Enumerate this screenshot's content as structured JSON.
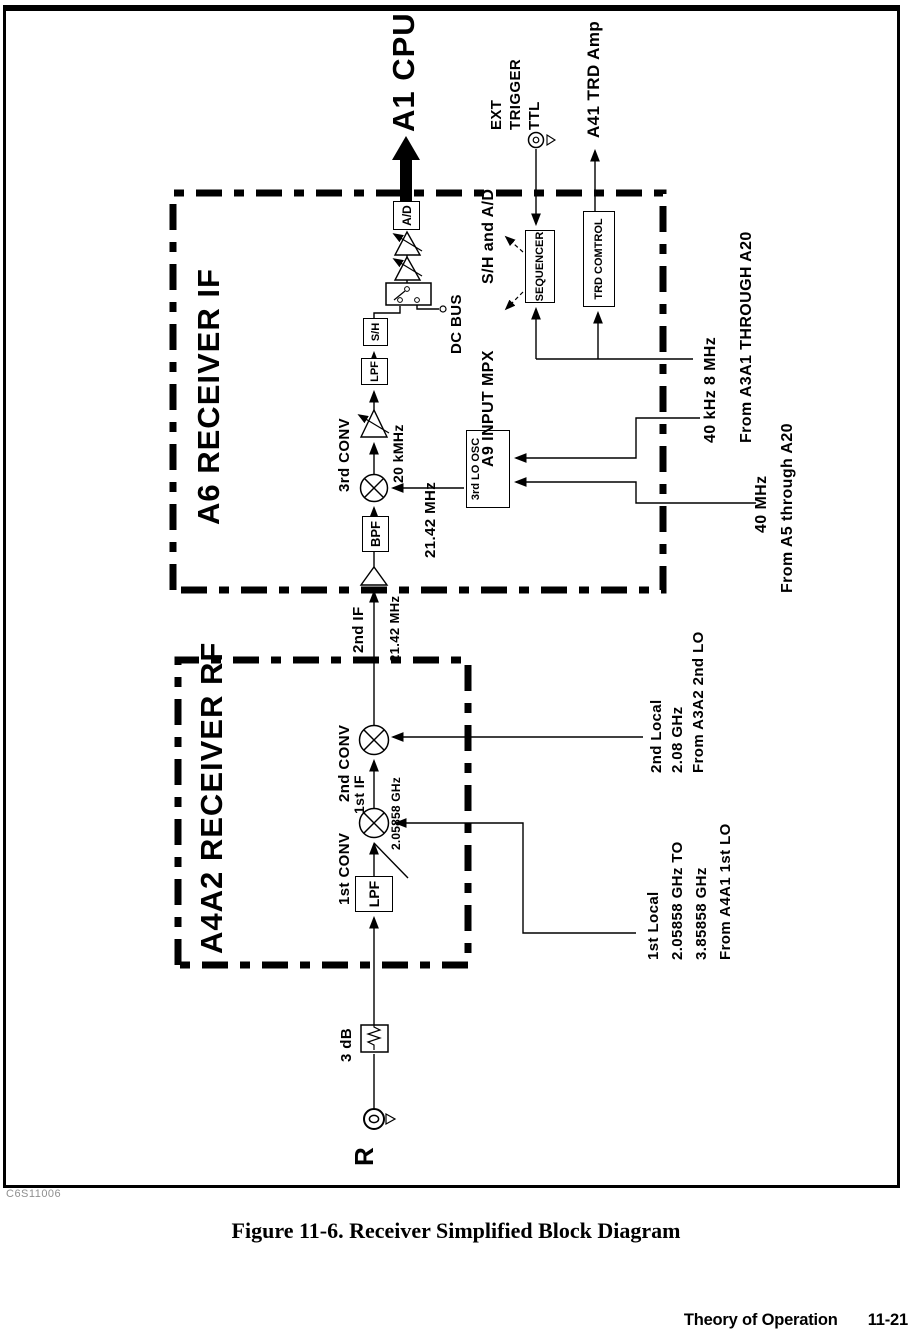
{
  "page": {
    "photo_id": "C6S11006",
    "caption": "Figure 11-6. Receiver Simplified Block Diagram",
    "footer": {
      "section": "Theory of Operation",
      "page_number": "11-21"
    }
  },
  "colors": {
    "ink": "#000000",
    "paper": "#ffffff",
    "scan_gray": "#8f8f8f"
  },
  "diagram": {
    "titles": {
      "a6": "A6 RECEIVER IF",
      "a4a2": "A4A2 RECEIVER RF"
    },
    "cpu": "A1 CPU",
    "input": {
      "port": "R",
      "atten": "3 dB"
    },
    "blocks": {
      "lpf_rf": "LPF",
      "bpf": "BPF",
      "lpf_if": "LPF",
      "sh": "S/H",
      "ad": "A/D",
      "sequencer": "SEQUENCER",
      "trd": "TRD COMTROL",
      "lo3": "3rd LO OSC"
    },
    "conv": {
      "c1": "1st CONV",
      "c2": "2nd CONV",
      "c3": "3rd CONV"
    },
    "ifs": {
      "if1": "1st IF",
      "if1_freq": "2.05858 GHz",
      "if2": "2nd IF",
      "if2_freq": "21.42 MHz",
      "if3_freq": "21.42 MHz",
      "if4_freq": "20 kMHz"
    },
    "bus": {
      "dc": "DC BUS"
    },
    "callouts": {
      "mpx": "A9 INPUT MPX",
      "shad": "S/H and A/D"
    },
    "trigger": {
      "l1": "EXT",
      "l2": "TRIGGER",
      "l3": "TTL"
    },
    "trd_out": "A41 TRD Amp",
    "refs": {
      "clk": "40 kHz 8 MHz",
      "clk_src": "From A3A1 THROUGH A20",
      "mhz40": "40 MHz",
      "mhz40_src": "From A5 through A20"
    },
    "lo2": {
      "l1": "2nd Local",
      "l2": "2.08 GHz",
      "l3": "From A3A2 2nd LO"
    },
    "lo1": {
      "l1": "1st Local",
      "l2": "2.05858 GHz TO",
      "l3": "3.85858 GHz",
      "l4": "From A4A1 1st LO"
    }
  }
}
